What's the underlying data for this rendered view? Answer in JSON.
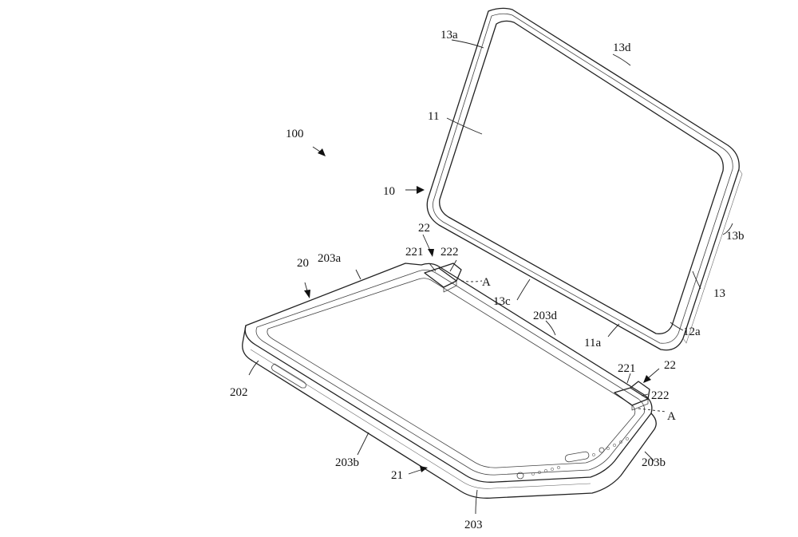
{
  "figure": {
    "labels": {
      "device": "100",
      "first_body": "10",
      "screen": "11",
      "screen_edge": "11a",
      "edge_12a": "12a",
      "frame": "13",
      "frame_a": "13a",
      "frame_b": "13b",
      "frame_c": "13c",
      "frame_d": "13d",
      "second_body": "20",
      "base_side": "21",
      "hinge_top": "22",
      "hinge_bottom": "22",
      "hinge_part_221_top": "221",
      "hinge_part_222_top": "222",
      "hinge_part_221_bottom": "221",
      "hinge_part_222_bottom": "222",
      "detail_a_top": "A",
      "detail_a_bottom": "A",
      "base_edge_202": "202",
      "base_frame": "203",
      "base_frame_a": "203a",
      "base_frame_b_left": "203b",
      "base_frame_b_right": "203b",
      "base_frame_d": "203d"
    }
  }
}
